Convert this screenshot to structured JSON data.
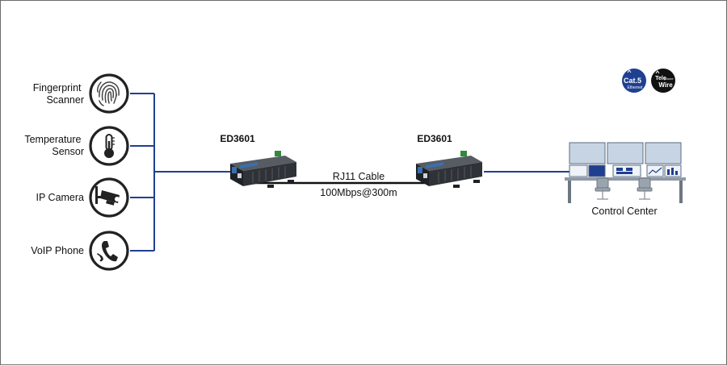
{
  "colors": {
    "link_blue": "#1f3f91",
    "cable_black": "#111111",
    "device_dark": "#2f3338",
    "device_blue": "#3a6fb0",
    "terminal_green": "#2f8a3a",
    "badge_blue": "#1f3f91",
    "badge_black": "#111111"
  },
  "devices": [
    {
      "label": "Fingerprint\nScanner",
      "line1": "Fingerprint",
      "line2": "Scanner",
      "icon": "fingerprint-icon"
    },
    {
      "label": "Temperature\nSensor",
      "line1": "Temperature",
      "line2": "Sensor",
      "icon": "thermometer-icon"
    },
    {
      "label": "IP Camera",
      "line1": "IP Camera",
      "line2": "",
      "icon": "camera-icon"
    },
    {
      "label": "VoIP Phone",
      "line1": "VoIP Phone",
      "line2": "",
      "icon": "phone-icon"
    }
  ],
  "extenders": {
    "left_label": "ED3601",
    "right_label": "ED3601"
  },
  "cable": {
    "name": "RJ11 Cable",
    "spec": "100Mbps@300m"
  },
  "control_center": {
    "label": "Control Center"
  },
  "badges": {
    "cat5_main": "Cat.5",
    "cat5_sub": "Ethernet",
    "tel_main": "Tele",
    "tel_sub": "phone",
    "tel_wire": "Wire"
  }
}
